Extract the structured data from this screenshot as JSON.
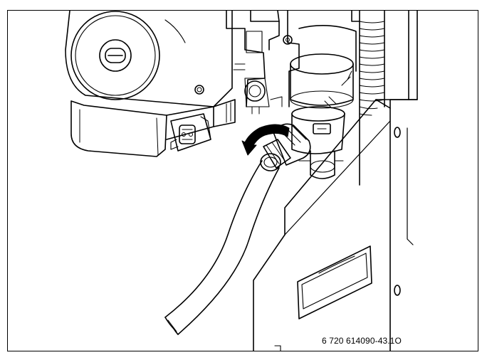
{
  "figure": {
    "id_label": "6 720 614090-43.1O"
  },
  "illustration": {
    "style": "technical line drawing",
    "line_color": "#000000",
    "fill_color": "#ffffff",
    "action_arrow_color": "#000000",
    "arrow_direction": "counter-clockwise"
  }
}
